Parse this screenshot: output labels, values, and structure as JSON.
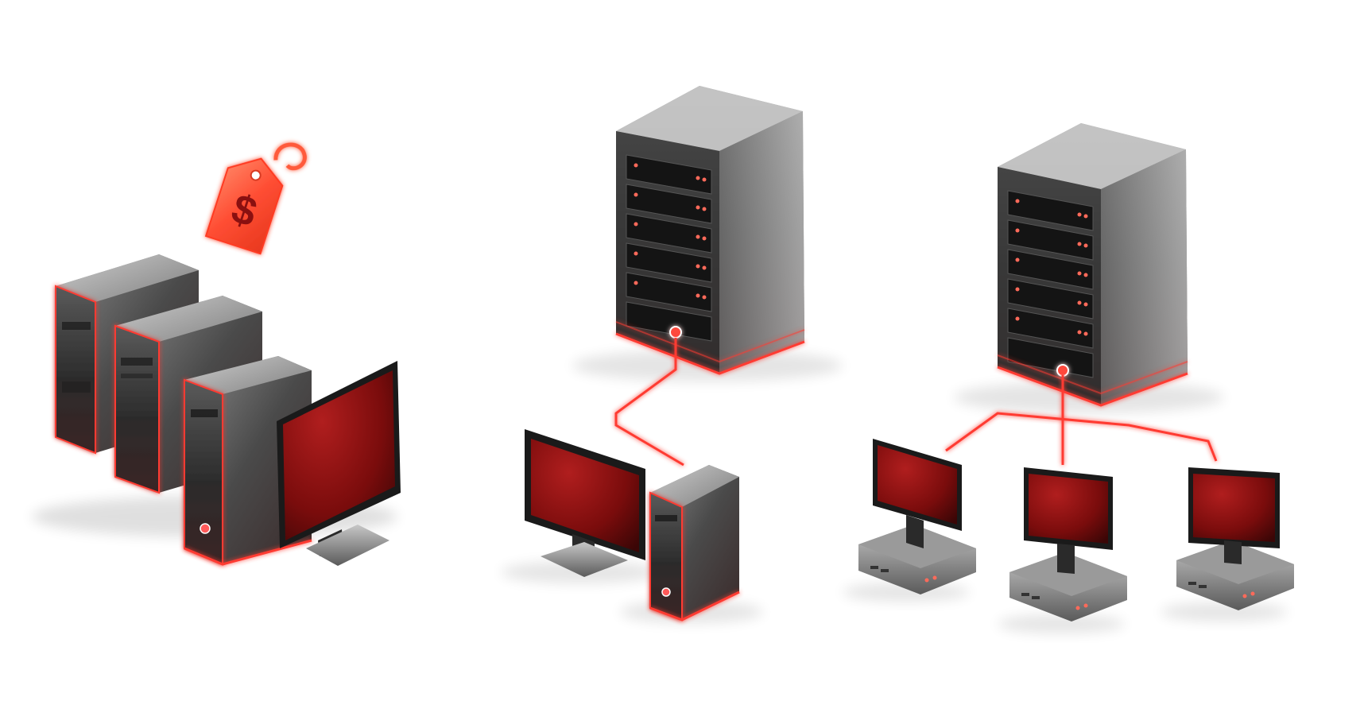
{
  "illustration": {
    "groups": [
      {
        "name": "standalone-computers",
        "elements": [
          "price-tag",
          "tower-case",
          "tower-case",
          "tower-case",
          "monitor"
        ]
      },
      {
        "name": "server-to-single-client",
        "elements": [
          "rack-server",
          "network-cable",
          "monitor",
          "tower-case"
        ]
      },
      {
        "name": "server-to-multiple-clients",
        "elements": [
          "rack-server",
          "network-cable",
          "thin-client",
          "thin-client",
          "thin-client"
        ]
      }
    ]
  },
  "price_tag": {
    "symbol": "$"
  },
  "colors": {
    "accent_red": "#ff2b2b",
    "glow_red": "#ff4a3d",
    "tag_orange": "#ff5a3a",
    "screen_red": "#8e1010",
    "case_dark": "#2b2b2b",
    "case_light": "#9a9a9a",
    "background": "#ffffff"
  }
}
